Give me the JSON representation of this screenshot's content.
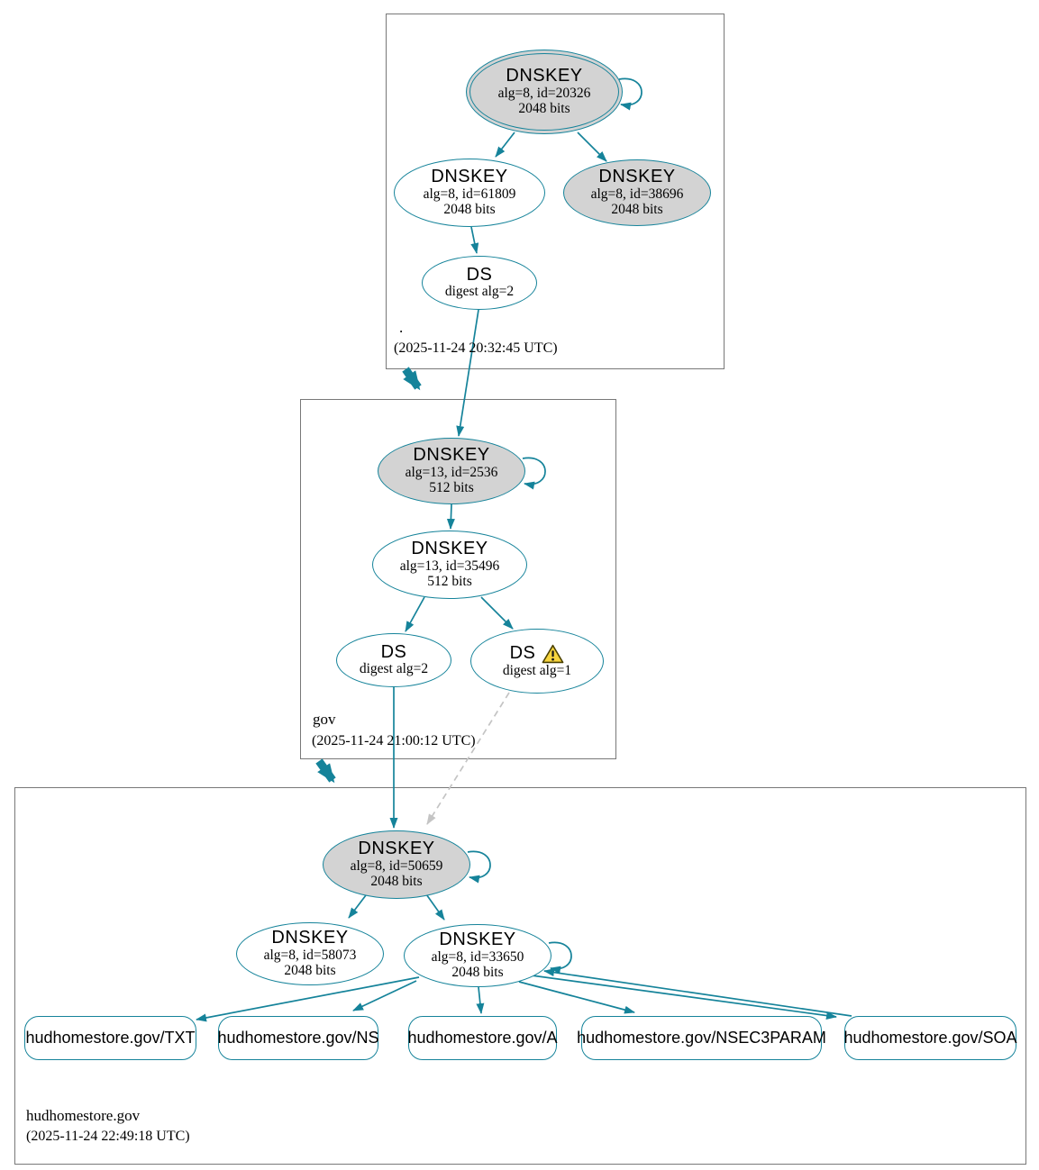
{
  "colors": {
    "secure_teal": "#15839a",
    "key_node_fill": "#d3d3d3",
    "warning_fill": "#f6d43e",
    "insecure_dashed_gray": "#c4c4c4"
  },
  "zones": {
    "root": {
      "name": ".",
      "timestamp": "(2025-11-24 20:32:45 UTC)"
    },
    "gov": {
      "name": "gov",
      "timestamp": "(2025-11-24 21:00:12 UTC)"
    },
    "hud": {
      "name": "hudhomestore.gov",
      "timestamp": "(2025-11-24 22:49:18 UTC)"
    }
  },
  "nodes": {
    "root_ksk": {
      "title": "DNSKEY",
      "detail": "alg=8, id=20326",
      "bits": "2048 bits"
    },
    "root_zsk": {
      "title": "DNSKEY",
      "detail": "alg=8, id=61809",
      "bits": "2048 bits"
    },
    "root_ksk2": {
      "title": "DNSKEY",
      "detail": "alg=8, id=38696",
      "bits": "2048 bits"
    },
    "root_ds": {
      "title": "DS",
      "detail": "digest alg=2"
    },
    "gov_ksk": {
      "title": "DNSKEY",
      "detail": "alg=13, id=2536",
      "bits": "512 bits"
    },
    "gov_zsk": {
      "title": "DNSKEY",
      "detail": "alg=13, id=35496",
      "bits": "512 bits"
    },
    "gov_ds2": {
      "title": "DS",
      "detail": "digest alg=2"
    },
    "gov_ds1": {
      "title": "DS",
      "detail": "digest alg=1"
    },
    "hud_ksk": {
      "title": "DNSKEY",
      "detail": "alg=8, id=50659",
      "bits": "2048 bits"
    },
    "hud_zsk1": {
      "title": "DNSKEY",
      "detail": "alg=8, id=58073",
      "bits": "2048 bits"
    },
    "hud_zsk2": {
      "title": "DNSKEY",
      "detail": "alg=8, id=33650",
      "bits": "2048 bits"
    }
  },
  "rrsets": [
    {
      "label": "hudhomestore.gov/TXT"
    },
    {
      "label": "hudhomestore.gov/NS"
    },
    {
      "label": "hudhomestore.gov/A"
    },
    {
      "label": "hudhomestore.gov/NSEC3PARAM"
    },
    {
      "label": "hudhomestore.gov/SOA"
    }
  ]
}
